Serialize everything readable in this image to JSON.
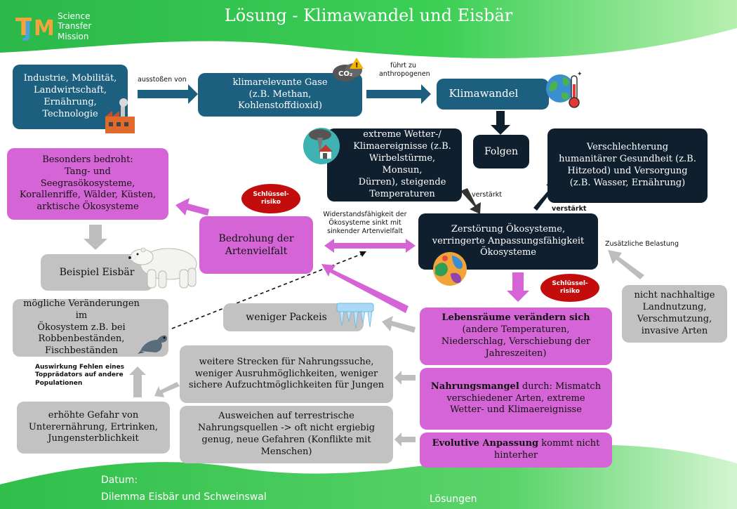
{
  "header": {
    "title": "Lösung - Klimawandel und Eisbär",
    "logo_lines": [
      "Science",
      "Transfer",
      "Mission"
    ]
  },
  "colors": {
    "header_green": "#2fbf4a",
    "blue_box": "#1c5f7f",
    "navy_box": "#0f1f2e",
    "pink_box": "#d565d6",
    "gray_box": "#c2c2c2",
    "badge_red": "#c30d0d"
  },
  "boxes": {
    "industry": [
      "Industrie, Mobilität,",
      "Landwirtschaft,",
      "Ernährung,",
      "Technologie"
    ],
    "gases": [
      "klimarelevante Gase",
      "(z.B. Methan,",
      "Kohlenstoffdioxid)"
    ],
    "climate_change": "Klimawandel",
    "consequences": "Folgen",
    "extreme_weather": [
      "extreme Wetter-/",
      "Klimaereignisse (z.B.",
      "Wirbelstürme, Monsun,",
      "Dürren), steigende",
      "Temperaturen"
    ],
    "humanitarian": [
      "Verschlechterung",
      "humanitärer Gesundheit (z.B.",
      "Hitzetod) und Versorgung",
      "(z.B. Wasser, Ernährung)"
    ],
    "threatened": [
      "Besonders bedroht:",
      "Tang- und",
      "Seegrasökosysteme,",
      "Korallenriffe, Wälder, Küsten,",
      "arktische Ökosysteme"
    ],
    "biodiversity": [
      "Bedrohung der",
      "Artenvielfalt"
    ],
    "ecosystems": [
      "Zerstörung Ökosysteme,",
      "verringerte Anpassungsfähigkeit",
      "Ökosysteme"
    ],
    "polar_bear": "Beispiel Eisbär",
    "unsustainable": [
      "nicht nachhaltige",
      "Landnutzung,",
      "Verschmutzung,",
      "invasive Arten"
    ],
    "ecosystem_changes": [
      "mögliche Veränderungen im",
      "Ökosystem z.B. bei",
      "Robbenbeständen,",
      "Fischbeständen"
    ],
    "less_ice": "weniger Packeis",
    "habitats_bold": "Lebensräume verändern sich",
    "habitats_rest": [
      "(andere Temperaturen,",
      "Niederschlag, Verschiebung der",
      "Jahreszeiten)"
    ],
    "longer_routes": [
      "weitere Strecken für Nahrungssuche,",
      "weniger Ausruhmöglichkeiten, weniger",
      "sichere Aufzuchtmöglichkeiten für Jungen"
    ],
    "food_shortage_bold": "Nahrungsmangel",
    "food_shortage_rest_1": " durch: Mismatch",
    "food_shortage_rest": [
      "verschiedener Arten, extreme",
      "Wetter- und Klimaereignisse"
    ],
    "danger": [
      "erhöhte Gefahr von",
      "Unterernährung, Ertrinken,",
      "Jungensterblichkeit"
    ],
    "terrestrial": [
      "Ausweichen auf terrestrische",
      "Nahrungsquellen -> oft nicht ergiebig",
      "genug, neue Gefahren (Konflikte mit",
      "Menschen)"
    ],
    "evolution_bold": "Evolutive Anpassung",
    "evolution_rest_1": " kommt nicht",
    "evolution_rest_2": "hinterher"
  },
  "labels": {
    "emit": "ausstoßen von",
    "leads_to": [
      "führt zu",
      "anthropogenen"
    ],
    "amplifies_1": "verstärkt",
    "amplifies_2": "verstärkt",
    "resilience": [
      "Widerstandsfähigkeit der",
      "Ökosysteme sinkt mit",
      "sinkender Artenvielfalt"
    ],
    "extra_burden": "Zusätzliche Belastung",
    "top_predators": [
      "Auswirkung Fehlen eines",
      "Topprädators auf andere",
      "Populationen"
    ]
  },
  "badges": {
    "key_risk_1": [
      "Schlüssel-",
      "risiko"
    ],
    "key_risk_2": [
      "Schlüssel-",
      "risiko"
    ]
  },
  "icons": [
    "factory-icon",
    "co2-cloud-icon",
    "earth-thermometer-icon",
    "storm-icon",
    "polar-bear-image",
    "ecosystem-globe-icon",
    "ice-icon",
    "seal-icon"
  ],
  "footer": {
    "date_label": "Datum:",
    "subtitle": "Dilemma Eisbär und Schweinswal",
    "solutions": "Lösungen"
  }
}
